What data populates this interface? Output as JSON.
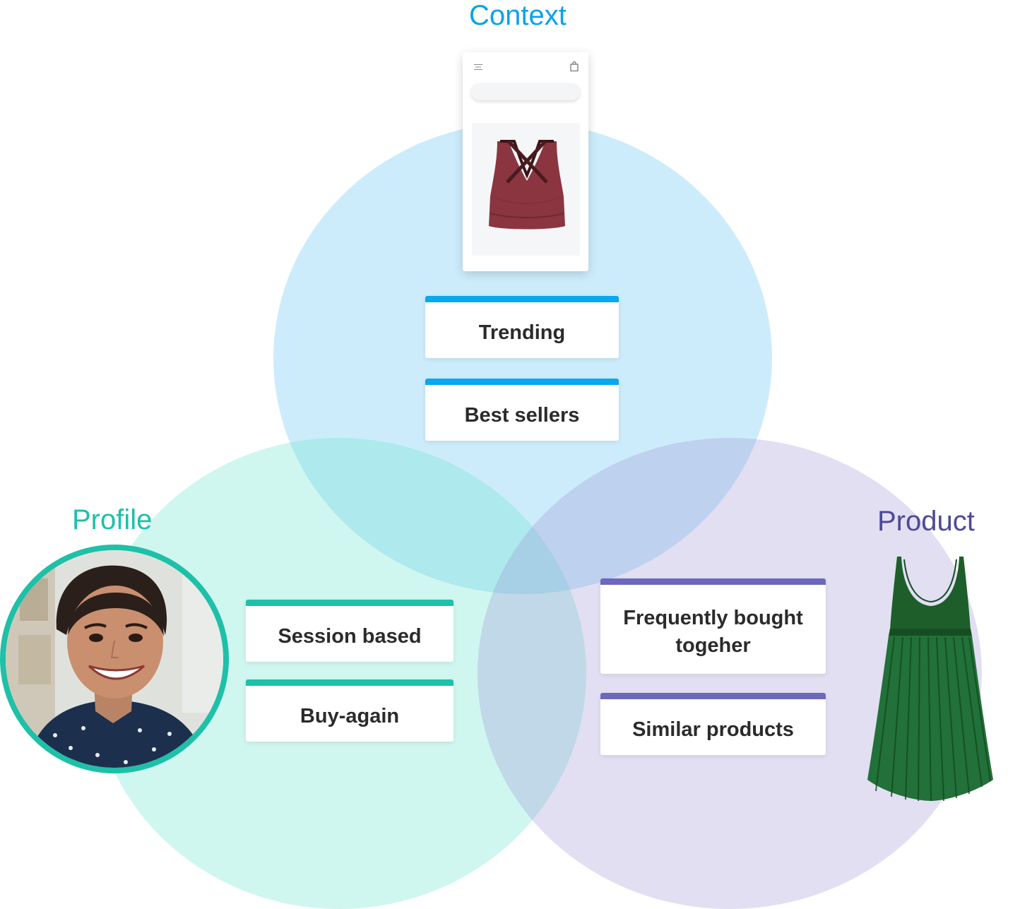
{
  "labels": {
    "context": "Context",
    "profile": "Profile",
    "product": "Product"
  },
  "cards": {
    "trending": "Trending",
    "best_sellers": "Best sellers",
    "session_based": "Session based",
    "buy_again": "Buy-again",
    "frequently_bought_together": "Frequently bought togeher",
    "similar_products": "Similar products"
  },
  "colors": {
    "context": "#0aa3e8",
    "profile": "#1ec0a8",
    "product": "#4d4a98",
    "context_bar": "#08a8ef",
    "profile_bar": "#1ec0a8",
    "product_bar": "#6b68bd"
  },
  "icons": {
    "phone_menu": "hamburger-menu-icon",
    "phone_cart": "shopping-bag-icon"
  },
  "images": {
    "phone_product": "sports-bra",
    "profile": "smiling-woman-portrait",
    "product": "green-pleated-dress"
  }
}
